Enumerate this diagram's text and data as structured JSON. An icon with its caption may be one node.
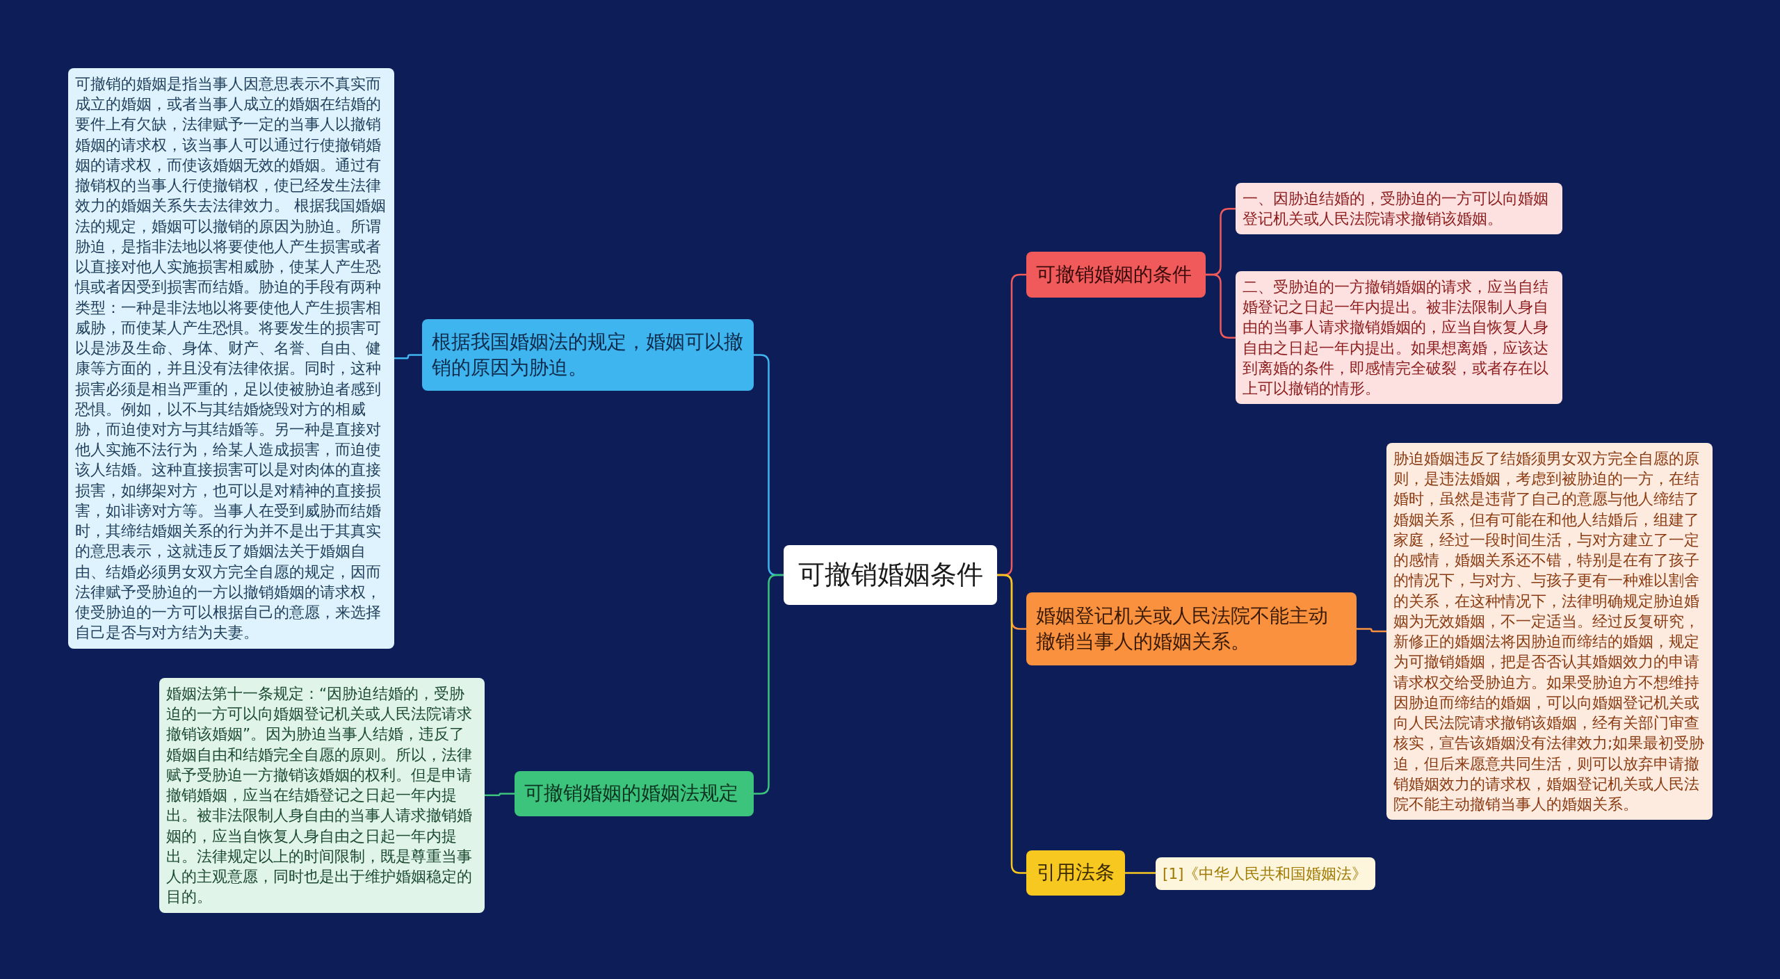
{
  "diagram": {
    "nodes": [
      {
        "text": [
          "可撤销婚姻条件"
        ]
      },
      {
        "text": [
          "根据我国婚姻法的规定，婚姻可以撤销的原因为胁迫。"
        ]
      },
      {
        "text": [
          "可撤销的婚姻是指当事人因意思表示不真实而成立的婚姻，或者当事人成立的婚姻在结婚的要件上有欠缺，法律赋予一定的当事人以撤销婚姻的请求权，该当事人可以通过行使撤销婚姻的请求权，而使该婚姻无效的婚姻。通过有撤销权的当事人行使撤销权，使已经发生法律效力的婚姻关系失去法律效力。 根据我国婚姻法的规定，婚姻可以撤销的原因为胁迫。所谓胁迫，是指非法地以将要使他人产生损害或者以直接对他人实施损害相威胁，使某人产生恐惧或者因受到损害而结婚。胁迫的手段有两种类型：一种是非法地以将要使他人产生损害相威胁，而使某人产生恐惧。将要发生的损害可以是涉及生命、身体、财产、名誉、自由、健康等方面的，并且没有法律依据。同时，这种损害必须是相当严重的，足以使被胁迫者感到恐惧。例如，以不与其结婚烧毁对方的相威胁，而迫使对方与其结婚等。另一种是直接对他人实施不法行为，给某人造成损害，而迫使该人结婚。这种直接损害可以是对肉体的直接损害，如绑架对方，也可以是对精神的直接损害，如诽谤对方等。当事人在受到威胁而结婚时，其缔结婚姻关系的行为并不是出于其真实的意思表示，这就违反了婚姻法关于婚姻自由、结婚必须男女双方完全自愿的规定，因而法律赋予受胁迫的一方以撤销婚姻的请求权，使受胁迫的一方可以根据自己的意愿，来选择自己是否与对方结为夫妻。"
        ]
      },
      {
        "text": [
          "可撤销婚姻的婚姻法规定"
        ]
      },
      {
        "text": [
          "婚姻法第十一条规定：“因胁迫结婚的，受胁迫的一方可以向婚姻登记机关或人民法院请求撤销该婚姻”。因为胁迫当事人结婚，违反了婚姻自由和结婚完全自愿的原则。所以，法律赋予受胁迫一方撤销该婚姻的权利。但是申请撤销婚姻，应当在结婚登记之日起一年内提出。被非法限制人身自由的当事人请求撤销婚姻的，应当自恢复人身自由之日起一年内提出。法律规定以上的时间限制，既是尊重当事人的主观意愿，同时也是出于维护婚姻稳定的目的。"
        ]
      },
      {
        "text": [
          "可撤销婚姻的条件"
        ]
      },
      {
        "text": [
          "一、因胁迫结婚的，受胁迫的一方可以向婚姻登记机关或人民法院请求撤销该婚姻。"
        ]
      },
      {
        "text": [
          "二、受胁迫的一方撤销婚姻的请求，应当自结婚登记之日起一年内提出。被非法限制人身自由的当事人请求撤销婚姻的，应当自恢复人身自由之日起一年内提出。如果想离婚，应该达到离婚的条件，即感情完全破裂，或者存在以上可以撤销的情形。"
        ]
      },
      {
        "text": [
          "婚姻登记机关或人民法院不能主动撤销当事人的婚姻关系。"
        ]
      },
      {
        "text": [
          "胁迫婚姻违反了结婚须男女双方完全自愿的原则，是违法婚姻，考虑到被胁迫的一方，在结婚时，虽然是违背了自己的意愿与他人缔结了婚姻关系，但有可能在和他人结婚后，组建了家庭，经过一段时间生活，与对方建立了一定的感情，婚姻关系还不错，特别是在有了孩子的情况下，与对方、与孩子更有一种难以割舍的关系，在这种情况下，法律明确规定胁迫婚姻为无效婚姻，不一定适当。经过反复研究，新修正的婚姻法将因胁迫而缔结的婚姻，规定为可撤销婚姻，把是否否认其婚姻效力的申请请求权交给受胁迫方。如果受胁迫方不想维持因胁迫而缔结的婚姻，可以向婚姻登记机关或向人民法院请求撤销该婚姻，经有关部门审查核实，宣告该婚姻没有法律效力;如果最初受胁迫，但后来愿意共同生活，则可以放弃申请撤销婚姻效力的请求权，婚姻登记机关或人民法院不能主动撤销当事人的婚姻关系。"
        ]
      },
      {
        "text": [
          "引用法条"
        ]
      },
      {
        "text": [
          "[1]《中华人民共和国婚姻法》"
        ]
      }
    ],
    "edges": [
      {
        "from": 0,
        "to": 1,
        "arrow": "none",
        "color": "#3fb5f0"
      },
      {
        "from": 1,
        "to": 2,
        "arrow": "none",
        "color": "#3fb5f0"
      },
      {
        "from": 0,
        "to": 3,
        "arrow": "none",
        "color": "#3cc47d"
      },
      {
        "from": 3,
        "to": 4,
        "arrow": "none",
        "color": "#3cc47d"
      },
      {
        "from": 0,
        "to": 5,
        "arrow": "none",
        "color": "#f05a5a"
      },
      {
        "from": 5,
        "to": 6,
        "arrow": "none",
        "color": "#f05a5a"
      },
      {
        "from": 5,
        "to": 7,
        "arrow": "none",
        "color": "#f05a5a"
      },
      {
        "from": 0,
        "to": 8,
        "arrow": "none",
        "color": "#f9913f"
      },
      {
        "from": 8,
        "to": 9,
        "arrow": "none",
        "color": "#f9913f"
      },
      {
        "from": 0,
        "to": 10,
        "arrow": "none",
        "color": "#f7c81f"
      },
      {
        "from": 10,
        "to": 11,
        "arrow": "none",
        "color": "#f7c81f"
      }
    ]
  }
}
